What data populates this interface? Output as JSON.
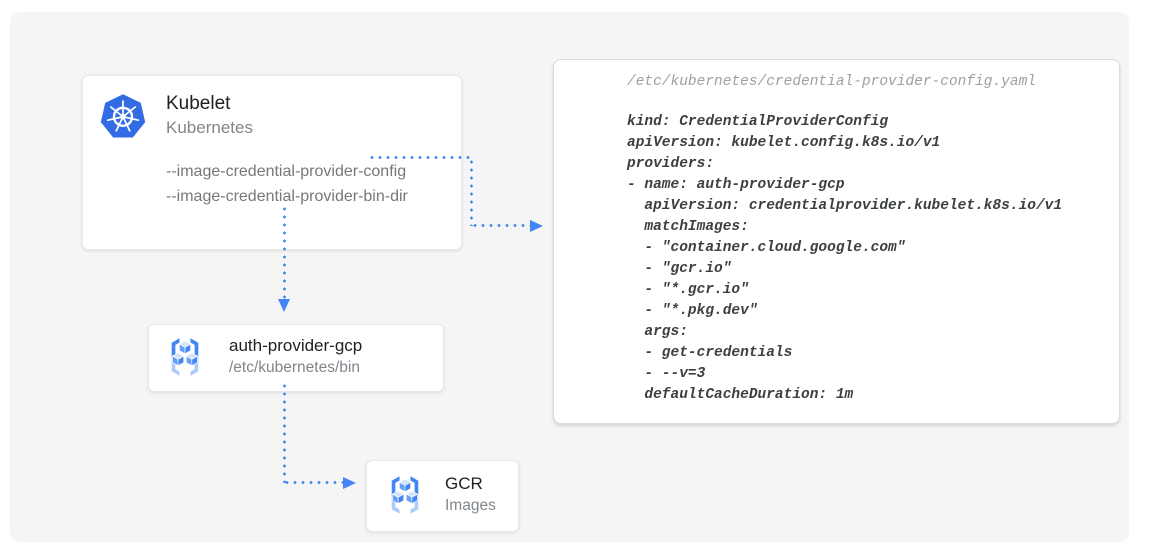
{
  "kubelet_box": {
    "title": "Kubelet",
    "subtitle": "Kubernetes",
    "flags": [
      "--image-credential-provider-config",
      "--image-credential-provider-bin-dir"
    ]
  },
  "auth_box": {
    "title": "auth-provider-gcp",
    "subtitle": "/etc/kubernetes/bin"
  },
  "gcr_box": {
    "title": "GCR",
    "subtitle": "Images"
  },
  "config_panel": {
    "filename": "/etc/kubernetes/credential-provider-config.yaml",
    "code": "kind: CredentialProviderConfig\napiVersion: kubelet.config.k8s.io/v1\nproviders:\n- name: auth-provider-gcp\n  apiVersion: credentialprovider.kubelet.k8s.io/v1\n  matchImages:\n  - \"container.cloud.google.com\"\n  - \"gcr.io\"\n  - \"*.gcr.io\"\n  - \"*.pkg.dev\"\n  args:\n  - get-credentials\n  - --v=3\n  defaultCacheDuration: 1m"
  },
  "icons": {
    "kubernetes_logo": "kubernetes-helm-wheel",
    "registry_icon": "container-registry-cubes"
  },
  "colors": {
    "canvas_bg": "#f5f5f5",
    "card_bg": "#ffffff",
    "accent_blue": "#4285f4",
    "kubernetes_blue": "#326ce5",
    "icon_light_blue": "#aecbfa",
    "icon_mid_blue": "#669df6",
    "title_text": "#212121",
    "subtitle_text": "#80868b",
    "flag_text": "#75787b",
    "filename_text": "#9aa0a6",
    "code_text": "#3c4043"
  }
}
